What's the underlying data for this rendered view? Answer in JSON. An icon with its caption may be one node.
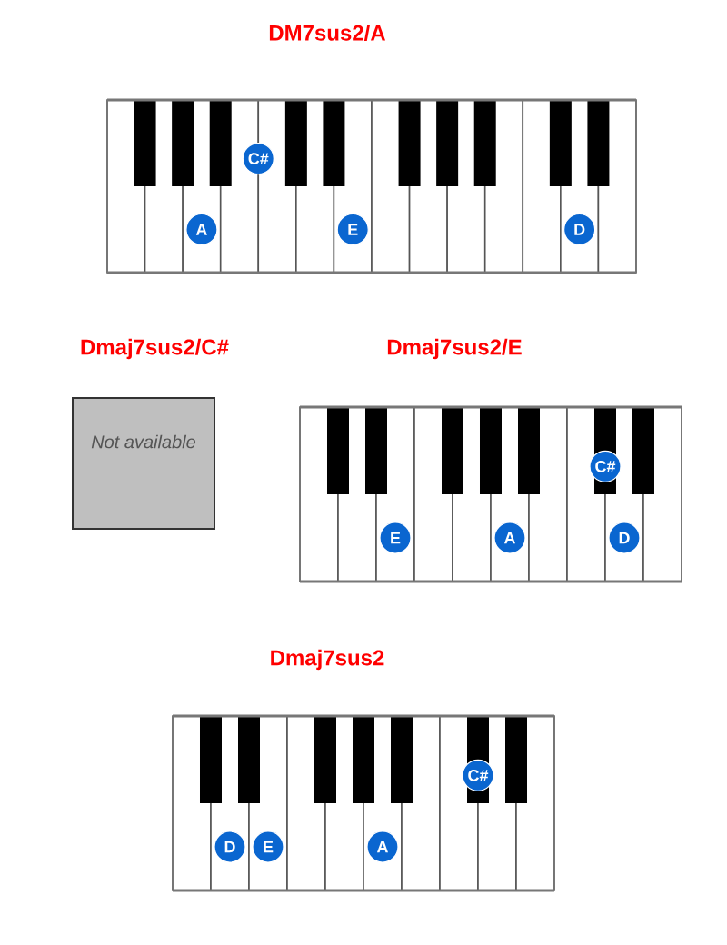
{
  "diagram": {
    "nodes": [
      {
        "text": [
          "DM7sus2/A"
        ]
      },
      {
        "text": [
          "C#"
        ],
        "in": 0
      },
      {
        "text": [
          "A"
        ],
        "in": 0
      },
      {
        "text": [
          "E"
        ],
        "in": 0
      },
      {
        "text": [
          "D"
        ],
        "in": 0
      },
      {
        "text": [
          "Dmaj7sus2/C#",
          "Not available"
        ]
      },
      {
        "text": [
          "Dmaj7sus2/E"
        ]
      },
      {
        "text": [
          "C#"
        ],
        "in": 6
      },
      {
        "text": [
          "E"
        ],
        "in": 6
      },
      {
        "text": [
          "A"
        ],
        "in": 6
      },
      {
        "text": [
          "D"
        ],
        "in": 6
      },
      {
        "text": [
          "Dmaj7sus2"
        ]
      },
      {
        "text": [
          "C#"
        ],
        "in": 11
      },
      {
        "text": [
          "D"
        ],
        "in": 11
      },
      {
        "text": [
          "E"
        ],
        "in": 11
      },
      {
        "text": [
          "A"
        ],
        "in": 11
      }
    ]
  }
}
